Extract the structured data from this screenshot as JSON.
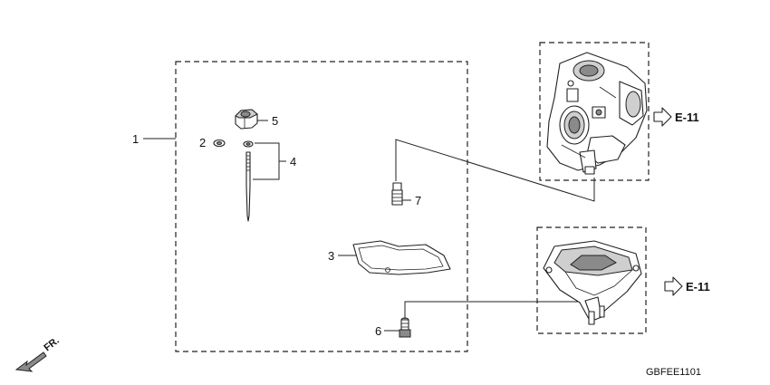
{
  "callouts": {
    "c1": "1",
    "c2": "2",
    "c3": "3",
    "c4": "4",
    "c5": "5",
    "c6": "6",
    "c7": "7"
  },
  "references": {
    "top": "E-11",
    "bottom": "E-11"
  },
  "front_marker": "FR.",
  "diagram_code": "GBFEE1101"
}
